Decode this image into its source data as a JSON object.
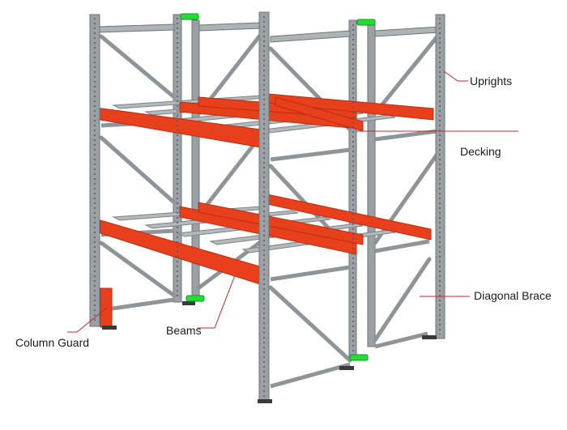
{
  "labels": {
    "uprights": "Uprights",
    "decking": "Decking",
    "diagonal_brace": "Diagonal Brace",
    "column_guard": "Column Guard",
    "beams": "Beams"
  },
  "colors": {
    "upright_gray": "#9aa0a4",
    "upright_dark": "#6d7377",
    "beam_orange": "#e8401c",
    "deck_gray": "#b4b9bc",
    "connector_green": "#22dd33",
    "leader_line": "#c62828",
    "base_plate": "#3a3a3a"
  }
}
